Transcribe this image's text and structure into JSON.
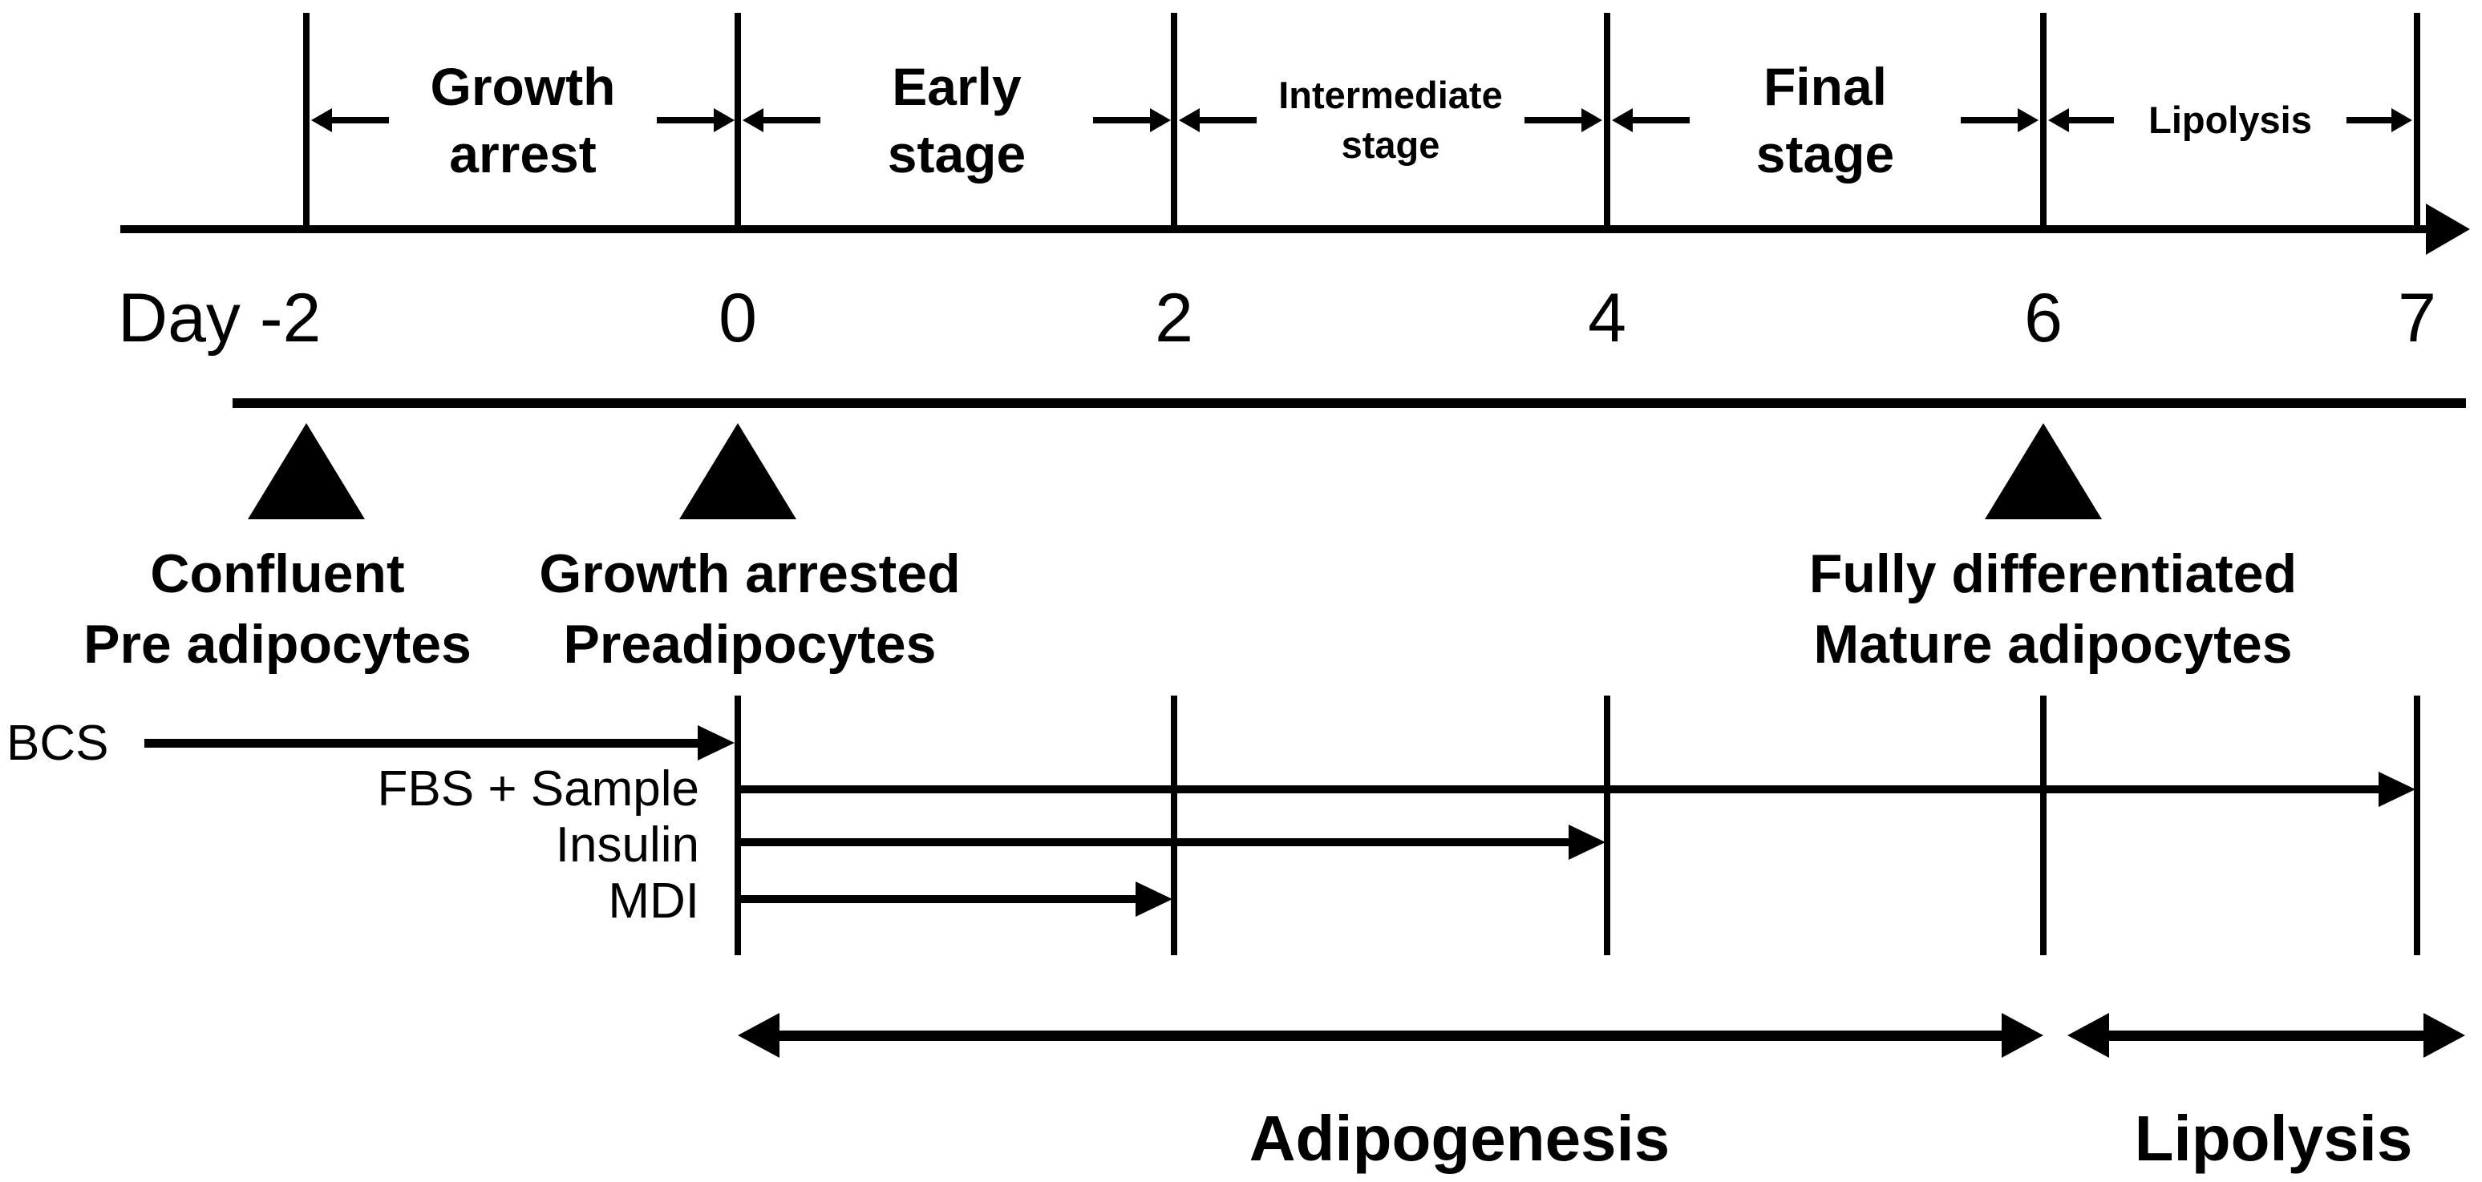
{
  "colors": {
    "ink": "#000000",
    "background": "#ffffff"
  },
  "timeline": {
    "stages": [
      {
        "label": "Growth\narrest",
        "from_day": "-2",
        "to_day": "0",
        "size": "large"
      },
      {
        "label": "Early\nstage",
        "from_day": "0",
        "to_day": "2",
        "size": "large"
      },
      {
        "label": "Intermediate\nstage",
        "from_day": "2",
        "to_day": "4",
        "size": "small"
      },
      {
        "label": "Final\nstage",
        "from_day": "4",
        "to_day": "6",
        "size": "large"
      },
      {
        "label": "Lipolysis",
        "from_day": "6",
        "to_day": "7",
        "size": "small"
      }
    ],
    "days": [
      {
        "label": "Day -2"
      },
      {
        "label": "0"
      },
      {
        "label": "2"
      },
      {
        "label": "4"
      },
      {
        "label": "6"
      },
      {
        "label": "7"
      }
    ]
  },
  "milestones": [
    {
      "label": "Confluent\nPre adipocytes",
      "day": "-2"
    },
    {
      "label": "Growth arrested\nPreadipocytes",
      "day": "0"
    },
    {
      "label": "Fully differentiated\nMature adipocytes",
      "day": "6"
    }
  ],
  "treatments": [
    {
      "label": "BCS",
      "from_day": "-2",
      "to_day": "0"
    },
    {
      "label": "FBS + Sample",
      "from_day": "0",
      "to_day": "7"
    },
    {
      "label": "Insulin",
      "from_day": "0",
      "to_day": "4"
    },
    {
      "label": "MDI",
      "from_day": "0",
      "to_day": "2"
    }
  ],
  "processes": [
    {
      "label": "Adipogenesis",
      "from_day": "0",
      "to_day": "6"
    },
    {
      "label": "Lipolysis",
      "from_day": "6",
      "to_day": "7"
    }
  ]
}
